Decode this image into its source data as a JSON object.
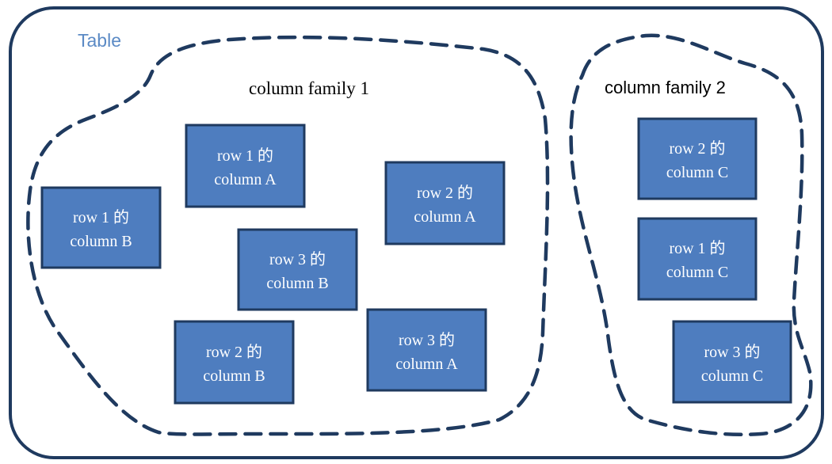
{
  "table": {
    "title": "Table",
    "border_color": "#1f3a5f",
    "title_color": "#5b8ac5"
  },
  "families": [
    {
      "label": "column family 1"
    },
    {
      "label": "column family 2"
    }
  ],
  "cells": [
    {
      "line1": "row 1  的",
      "line2": "column B",
      "family": 1
    },
    {
      "line1": "row 1  的",
      "line2": "column A",
      "family": 1
    },
    {
      "line1": "row 3  的",
      "line2": "column B",
      "family": 1
    },
    {
      "line1": "row 2  的",
      "line2": "column A",
      "family": 1
    },
    {
      "line1": "row 2  的",
      "line2": "column B",
      "family": 1
    },
    {
      "line1": "row 3  的",
      "line2": "column A",
      "family": 1
    },
    {
      "line1": "row 2  的",
      "line2": "column C",
      "family": 2
    },
    {
      "line1": "row 1  的",
      "line2": "column C",
      "family": 2
    },
    {
      "line1": "row 3  的",
      "line2": "column C",
      "family": 2
    }
  ],
  "colors": {
    "cell_fill": "#4e7dbf",
    "cell_border": "#1f3a5f",
    "dash": "#1f3a5f",
    "text_on_cell": "#ffffff"
  }
}
